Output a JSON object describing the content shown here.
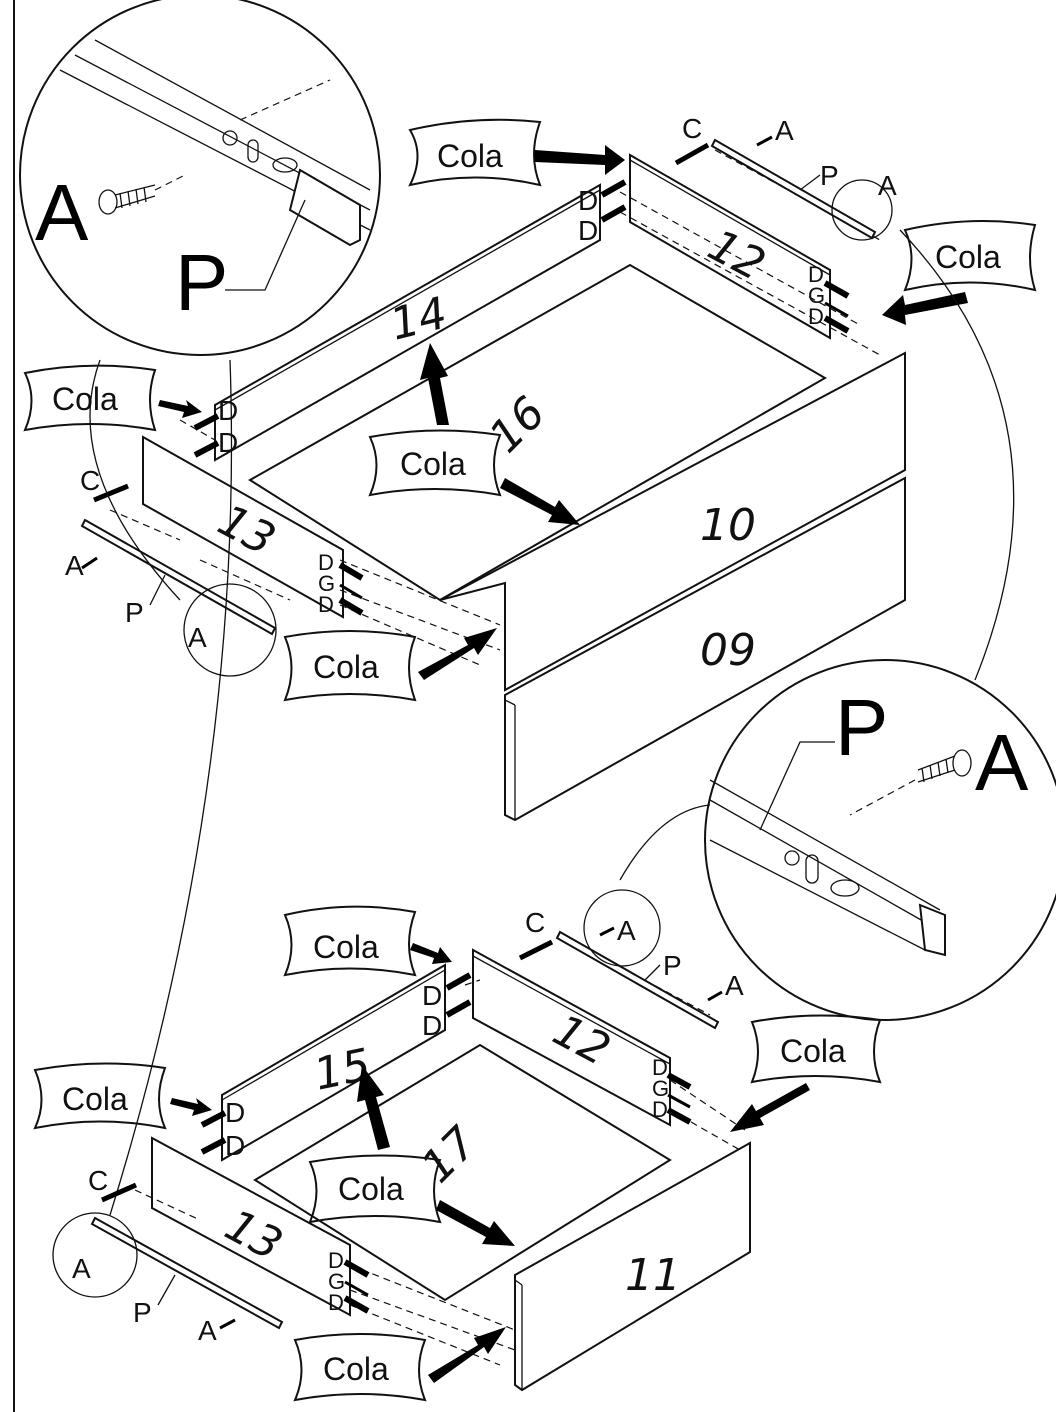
{
  "parts": {
    "p09": "09",
    "p10": "10",
    "p11": "11",
    "p12a": "12",
    "p12b": "12",
    "p13a": "13",
    "p13b": "13",
    "p14": "14",
    "p15": "15",
    "p16": "16",
    "p17": "17"
  },
  "labels": {
    "cola": "Cola",
    "A": "A",
    "C": "C",
    "D": "D",
    "G": "G",
    "P": "P"
  }
}
